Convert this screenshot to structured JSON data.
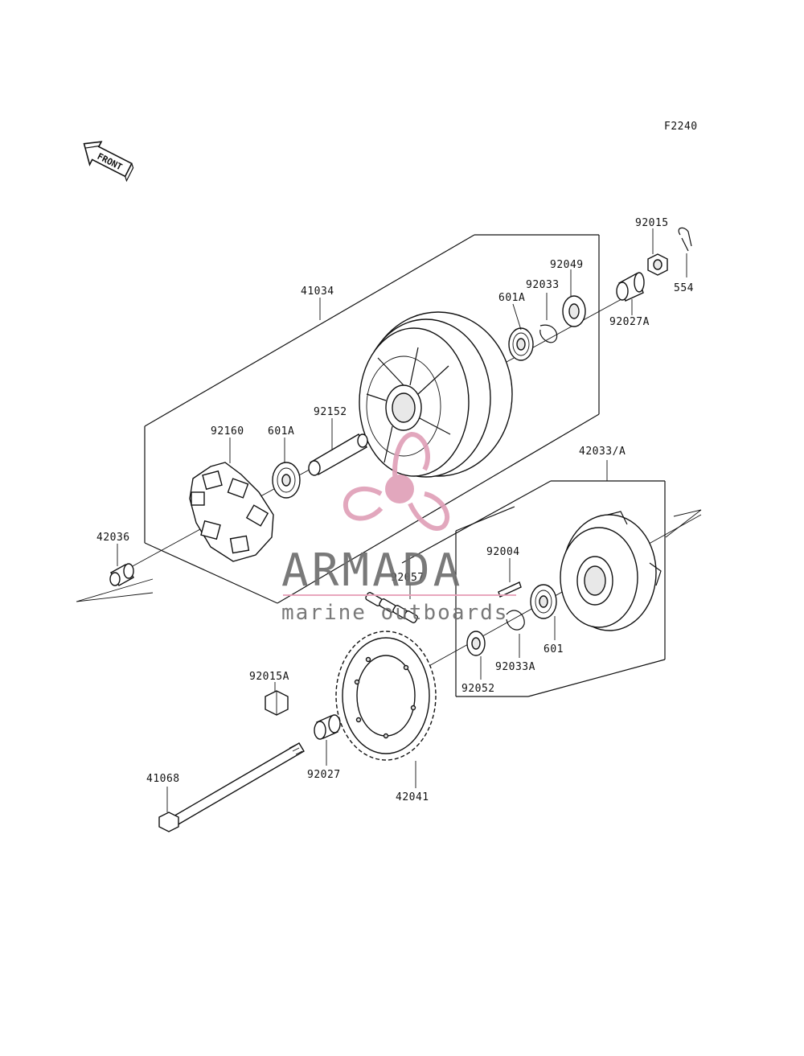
{
  "figure": {
    "code": "F2240",
    "front_label": "FRONT",
    "colors": {
      "line": "#111111",
      "watermark_pink": "#e0a0b8",
      "watermark_grey": "#6e6e6e",
      "watermark_rule": "#e8a0b8"
    }
  },
  "watermark": {
    "brand": "ARMADA",
    "tagline": "marine outboards"
  },
  "parts": {
    "p41034": "41034",
    "p92015": "92015",
    "p554": "554",
    "p92049": "92049",
    "p92033": "92033",
    "p601A_top": "601A",
    "p92027A": "92027A",
    "p92160": "92160",
    "p601A_mid": "601A",
    "p92152": "92152",
    "p42033A": "42033/A",
    "p42036": "42036",
    "p92004": "92004",
    "p92057": "92057",
    "p601": "601",
    "p92033A": "92033A",
    "p92052": "92052",
    "p92015A": "92015A",
    "p92027": "92027",
    "p41068": "41068",
    "p42041": "42041"
  }
}
